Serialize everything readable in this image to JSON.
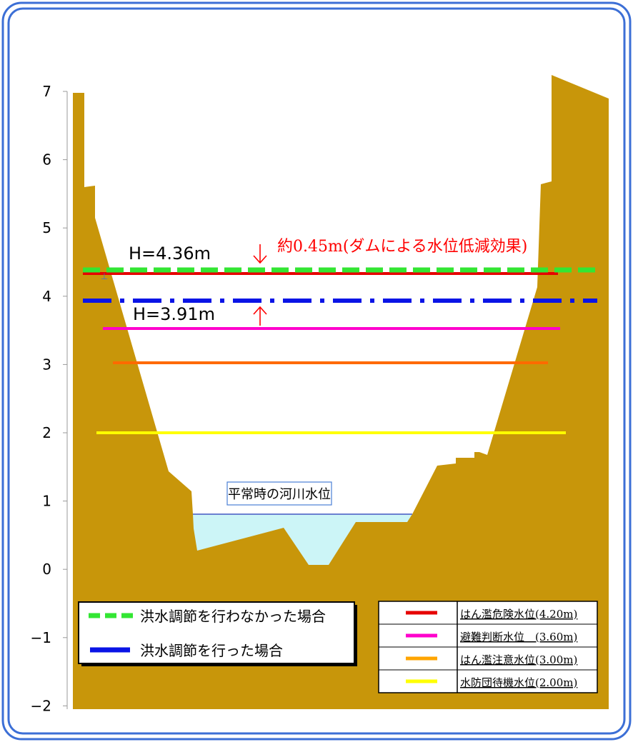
{
  "chart_data": {
    "type": "line",
    "title": "",
    "xlabel": "",
    "ylabel": "",
    "ylim": [
      -2,
      7
    ],
    "y_ticks": [
      "7",
      "6",
      "5",
      "4",
      "3",
      "2",
      "1",
      "0",
      "−1",
      "−2"
    ],
    "series": [
      {
        "name": "洪水調節を行わなかった場合",
        "value": 4.36,
        "color": "#33e633",
        "style": "dashed"
      },
      {
        "name": "洪水調節を行った場合",
        "value": 3.91,
        "color": "#0a14e6",
        "style": "dashdot"
      }
    ],
    "reference_lines": [
      {
        "label": "はん濫危険水位(4.20m)",
        "value": 4.3,
        "color": "#e60000"
      },
      {
        "label": "避難判断水位　(3.60m)",
        "value": 3.52,
        "color": "#ff00cc"
      },
      {
        "label": "はん濫注意水位(3.00m)",
        "value": 3.02,
        "color": "#ff6a00"
      },
      {
        "label": "水防団待機水位(2.00m)",
        "value": 2.0,
        "color": "#ffff00"
      }
    ],
    "normal_water_level": {
      "label": "平常時の河川水位",
      "value": 0.8
    },
    "annotations": [
      {
        "text": "H=4.36m",
        "value": 4.36
      },
      {
        "text": "H=3.91m",
        "value": 3.91
      },
      {
        "text": "約0.45m(ダムによる水位低減効果)",
        "value": 4.36
      }
    ],
    "legend_colors": {
      "danger": "#e60000",
      "evacuation": "#ff00cc",
      "caution": "#ffa500",
      "standby": "#ffff00"
    }
  },
  "colors": {
    "ground": "#c8960a",
    "water": "#ccf5f7",
    "border": "#3c6fd6",
    "annotation_red": "#ff0000"
  }
}
